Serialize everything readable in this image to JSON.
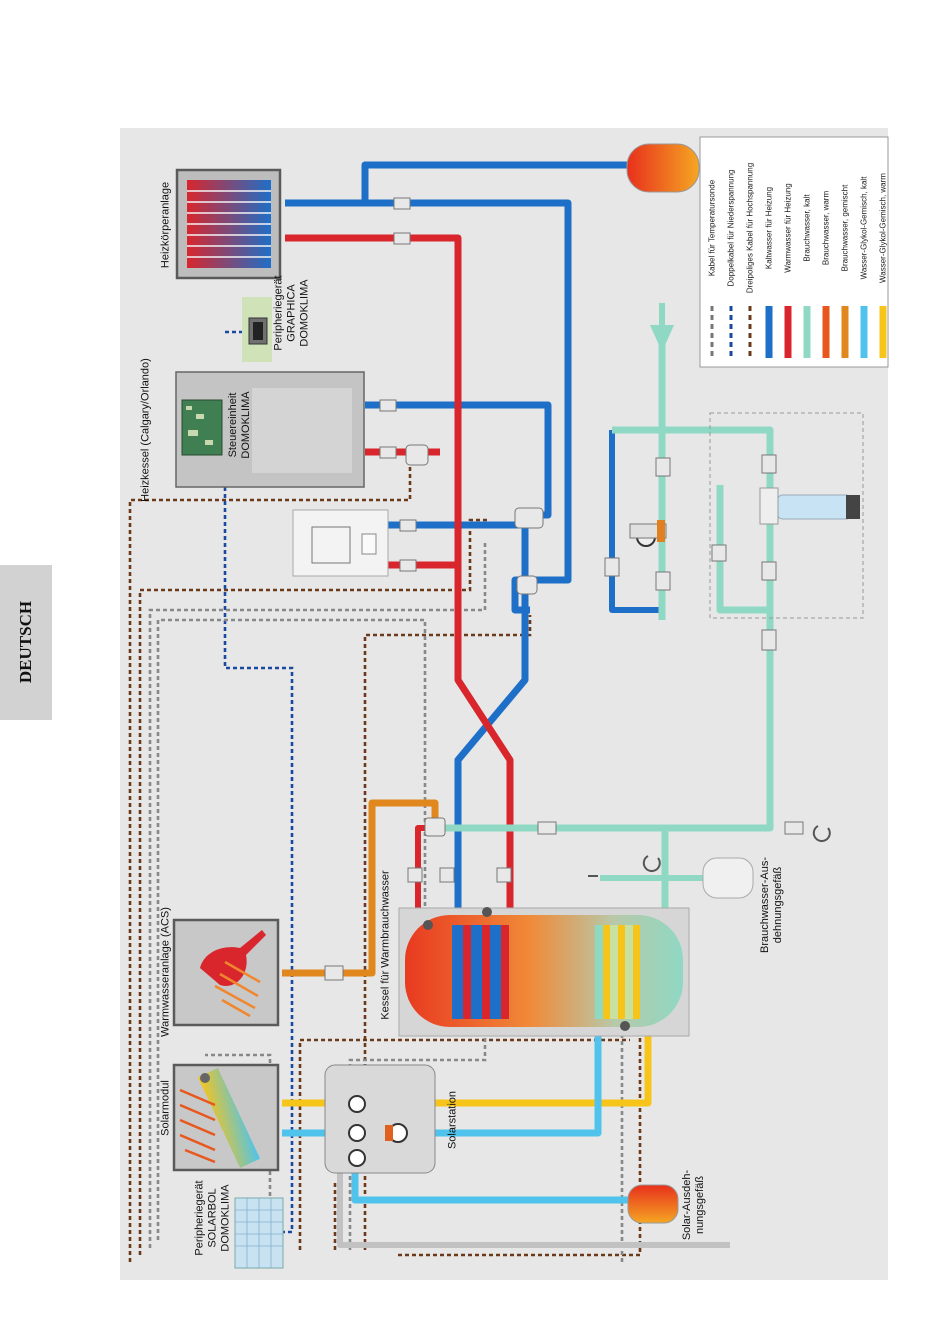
{
  "tab": {
    "label": "DEUTSCH"
  },
  "labels": {
    "heizkoerperanlage": "Heizkörperanlage",
    "graphica": "Peripheriegerät\nGRAPHICA\nDOMOKLIMA",
    "heizkessel": "Heizkessel (Calgary/Orlando)",
    "steuereinheit": "Steuereinheit\nDOMOKLIMA",
    "warmwasseranlage": "Warmwasseranlage (ACS)",
    "solarmodul": "Solarmodul",
    "solarbol": "Peripheriegerät\nSOLARBOL\nDOMOKLIMA",
    "kessel_warmbrauchwasser": "Kessel für Warmbrauchwasser",
    "solarstation": "Solarstation",
    "solar_ausdehnungsgefaess": "Solar-Ausdeh-\nnungsgefäß",
    "brauchwasser_ausdehnungsgefaess": "Brauchwasser-Aus-\ndehnungsgefäß"
  },
  "legend": [
    {
      "label": "Kabel für Temperatursonde",
      "style": "dashed",
      "color": "#777777"
    },
    {
      "label": "Doppelkabel für Niederspannung",
      "style": "dashed",
      "color": "#1a4aa0"
    },
    {
      "label": "Dreipoliges Kabel für Hochspannung",
      "style": "dashed",
      "color": "#6b3a1a"
    },
    {
      "label": "Kaltwasser für Heizung",
      "style": "solid",
      "color": "#1e6fc8"
    },
    {
      "label": "Warmwasser für Heizung",
      "style": "solid",
      "color": "#d8262c"
    },
    {
      "label": "Brauchwasser, kalt",
      "style": "solid",
      "color": "#8fd8c4"
    },
    {
      "label": "Brauchwasser, warm",
      "style": "solid",
      "color": "#e8571e"
    },
    {
      "label": "Brauchwasser, gemischt",
      "style": "solid",
      "color": "#e0871e"
    },
    {
      "label": "Wasser-Glykol-Gemisch, kalt",
      "style": "solid",
      "color": "#4fc3ec"
    },
    {
      "label": "Wasser-Glykol-Gemisch, warm",
      "style": "solid",
      "color": "#f7c51a"
    }
  ]
}
